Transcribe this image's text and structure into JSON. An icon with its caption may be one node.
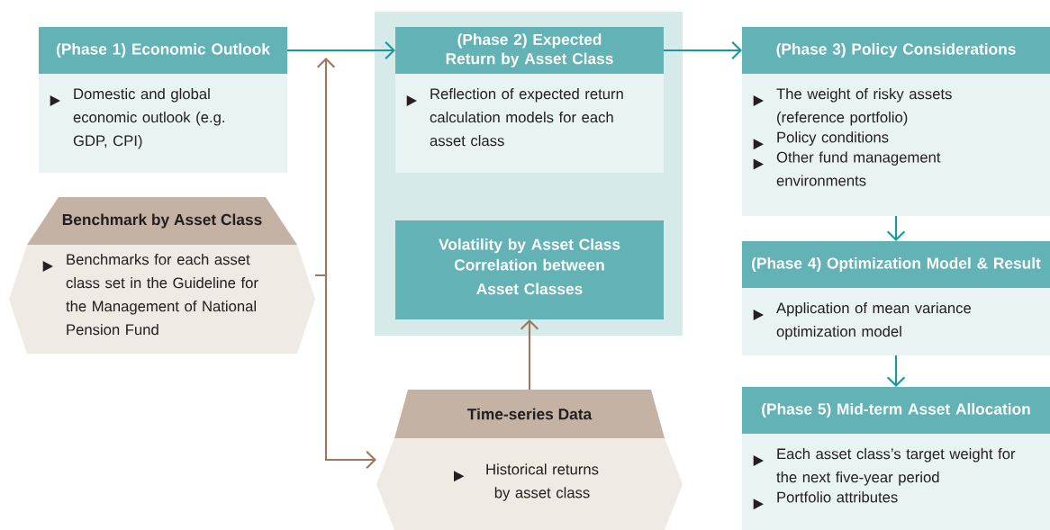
{
  "diagram": {
    "nodes": [
      {
        "text": [
          "(Phase 1) Economic Outlook",
          "Domestic and global economic outlook (e.g. GDP, CPI)"
        ]
      },
      {
        "text": [
          "Benchmark by Asset Class",
          "Benchmarks for each asset class set in the Guideline for the Management of National Pension Fund"
        ]
      },
      {
        "text": [],
        "shape": "box"
      },
      {
        "text": [
          "(Phase 2) Expected Return by Asset Class",
          "Reflection of expected return calculation models for each asset class"
        ],
        "in": 2
      },
      {
        "text": [
          "Volatility by Asset Class",
          "Correlation between Asset Classes"
        ],
        "in": 2
      },
      {
        "text": [
          "Time-series Data",
          "Historical returns by asset class"
        ]
      },
      {
        "text": [
          "(Phase 3) Policy Considerations",
          "The weight of risky assets (reference portfolio)",
          "Policy conditions",
          "Other fund management environments"
        ]
      },
      {
        "text": [
          "(Phase 4) Optimization Model & Result",
          "Application of mean variance optimization model"
        ]
      },
      {
        "text": [
          "(Phase 5) Mid-term Asset Allocation",
          "Each asset class’s target weight for the next five-year period",
          "Portfolio attributes"
        ]
      }
    ],
    "edges": [
      {
        "from": 0,
        "to": 3,
        "arrow": "to"
      },
      {
        "from": 3,
        "to": 6,
        "arrow": "to"
      },
      {
        "from": 6,
        "to": 7,
        "arrow": "to"
      },
      {
        "from": 7,
        "to": 8,
        "arrow": "to"
      },
      {
        "from": 1,
        "to": null,
        "arrow": "to",
        "color": "#9e7760"
      },
      {
        "from": 1,
        "to": 5,
        "arrow": "to",
        "color": "#9e7760"
      },
      {
        "from": 5,
        "to": 4,
        "arrow": "to",
        "color": "#9e7760"
      }
    ]
  }
}
